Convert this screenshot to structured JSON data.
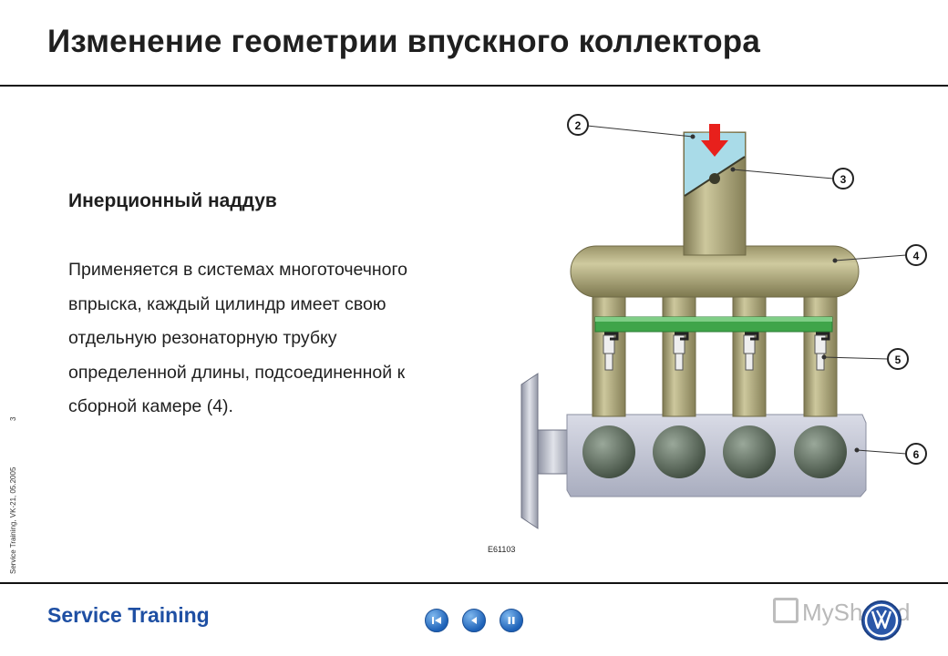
{
  "slide": {
    "title": "Изменение геометрии впускного коллектора",
    "subheading": "Инерционный наддув",
    "body_lines": [
      "Применяется в системах многоточечного",
      "впрыска, каждый цилиндр имеет свою",
      "отдельную резонаторную трубку",
      "определенной длины, подсоединенной  к",
      "сборной камере (4)."
    ],
    "side_note": "Service Training, VK-21, 05.2005",
    "page_number": "3",
    "figure_code": "E61103"
  },
  "figure": {
    "callouts": [
      "2",
      "3",
      "4",
      "5",
      "6"
    ],
    "colors": {
      "pipe": "#b1ab7f",
      "flap_blue": "#a9dbe8",
      "arrow": "#e8201c",
      "rail": "#3fa54a",
      "head": "#c5c8d6",
      "valve": "#5d6b5d"
    }
  },
  "footer": {
    "brand": "Service Training",
    "nav": [
      {
        "name": "first-button",
        "icon": "skip-first-icon"
      },
      {
        "name": "prev-button",
        "icon": "prev-icon"
      },
      {
        "name": "pause-button",
        "icon": "pause-icon"
      }
    ],
    "watermark": "MyShared"
  }
}
